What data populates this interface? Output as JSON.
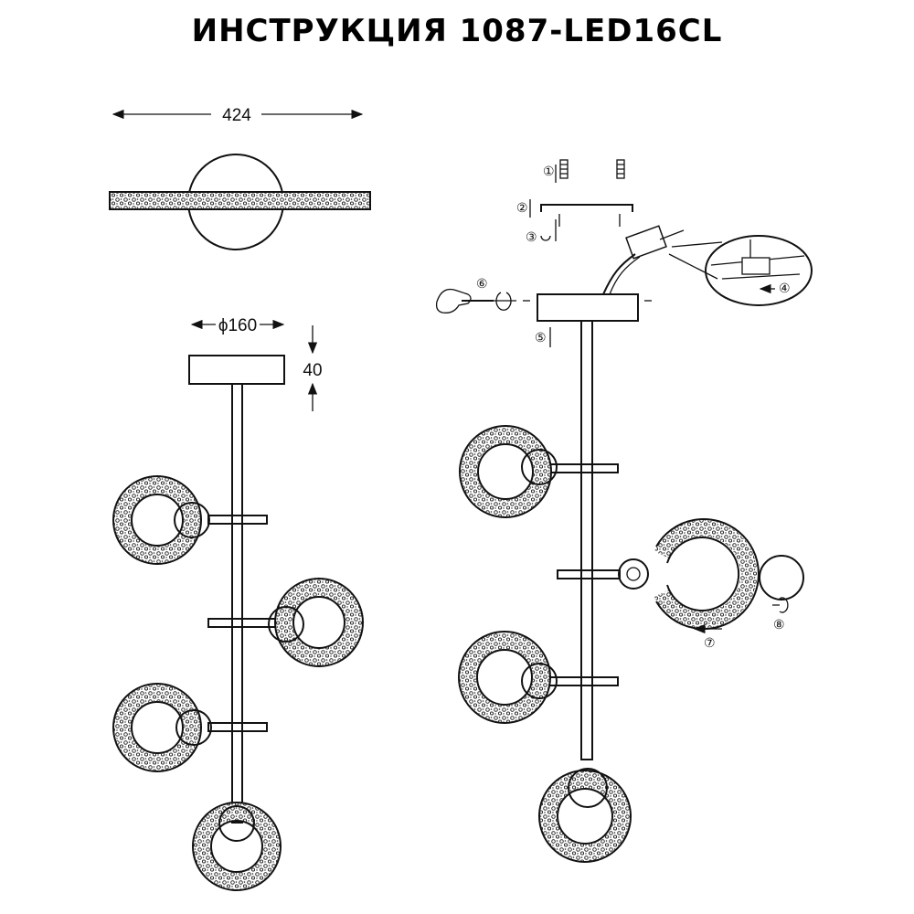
{
  "title": "ИНСТРУКЦИЯ 1087-LED16CL",
  "dimensions": {
    "width": "424",
    "diameter": "ϕ160",
    "height": "40"
  },
  "steps": [
    "①",
    "②",
    "③",
    "④",
    "⑤",
    "⑥",
    "⑦",
    "⑧"
  ]
}
